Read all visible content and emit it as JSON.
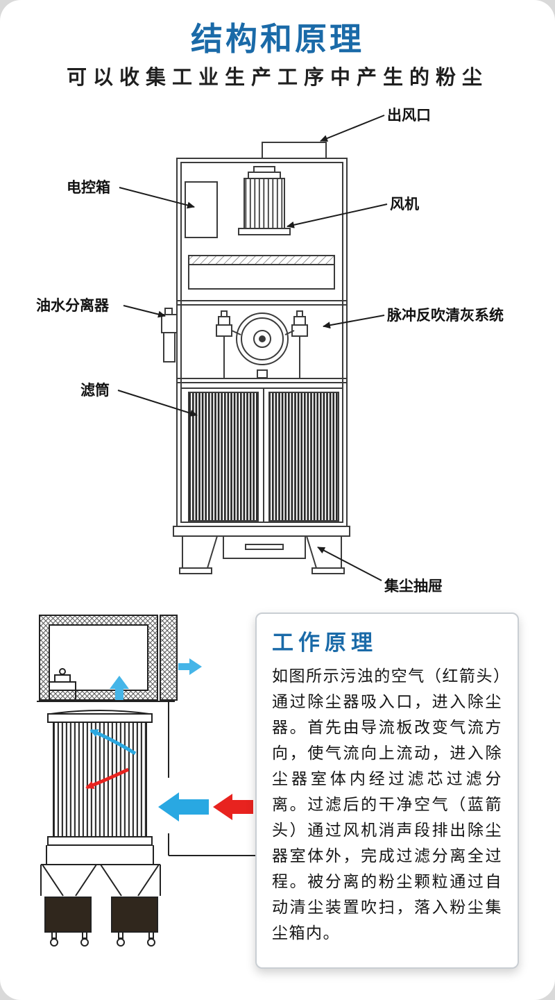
{
  "page": {
    "title": "结构和原理",
    "subtitle": "可以收集工业生产工序中产生的粉尘"
  },
  "colors": {
    "accent_blue": "#1a6aa8",
    "clean_air_blue": "#29a8e2",
    "dirty_air_red": "#e8231f",
    "page_frame_gray": "#d9d9d9",
    "drawing_line": "#3b3b3b"
  },
  "machine_diagram": {
    "labels": {
      "outlet": "出风口",
      "control_box": "电控箱",
      "fan": "风机",
      "oil_water_separator": "油水分离器",
      "pulse_cleaning_system": "脉冲反吹清灰系统",
      "filter_cartridge": "滤筒",
      "dust_drawer": "集尘抽屉"
    }
  },
  "principle_card": {
    "title": "工作原理",
    "body": "如图所示污浊的空气（红箭头）通过除尘器吸入口，进入除尘器。首先由导流板改变气流方向，使气流向上流动，进入除尘器室体内经过滤芯过滤分离。过滤后的干净空气（蓝箭头）通过风机消声段排出除尘器室体外，完成过滤分离全过程。被分离的粉尘颗粒通过自动清尘装置吹扫，落入粉尘集尘箱内。"
  }
}
